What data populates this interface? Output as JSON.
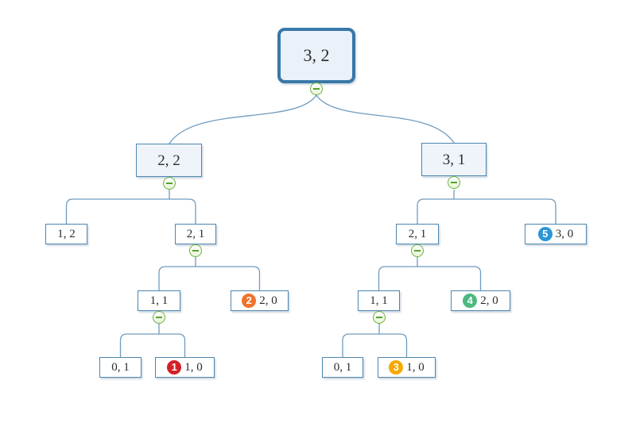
{
  "diagram": {
    "type": "tree",
    "description_colors": {
      "background": "#ffffff",
      "connector": "#6f9cc0",
      "node_border": "#4e86b0",
      "root_border": "#3978a8",
      "root_fill": "#ebf1f8",
      "level2_fill": "#eff4fa",
      "collapse_green": "#6cb33f"
    },
    "collapse_icon_symbol": "−",
    "nodes": [
      {
        "id": "root",
        "label": "3, 2"
      },
      {
        "id": "n2-2",
        "label": "2, 2"
      },
      {
        "id": "n3-1",
        "label": "3, 1"
      },
      {
        "id": "n1-2",
        "label": "1, 2"
      },
      {
        "id": "n2-1-left",
        "label": "2, 1"
      },
      {
        "id": "n2-1-right",
        "label": "2, 1"
      },
      {
        "id": "n3-0",
        "label": "3, 0",
        "badge": "5",
        "badge_color": "#2b96d8"
      },
      {
        "id": "n1-1-left",
        "label": "1, 1"
      },
      {
        "id": "n2-0-left",
        "label": "2, 0",
        "badge": "2",
        "badge_color": "#f0722b"
      },
      {
        "id": "n1-1-right",
        "label": "1, 1"
      },
      {
        "id": "n2-0-right",
        "label": "2, 0",
        "badge": "4",
        "badge_color": "#4cb97e"
      },
      {
        "id": "n0-1-left",
        "label": "0, 1"
      },
      {
        "id": "n1-0-left",
        "label": "1, 0",
        "badge": "1",
        "badge_color": "#d42027"
      },
      {
        "id": "n0-1-right",
        "label": "0, 1"
      },
      {
        "id": "n1-0-right",
        "label": "1, 0",
        "badge": "3",
        "badge_color": "#f5a800"
      }
    ],
    "edges": [
      [
        "3, 2",
        "2, 2"
      ],
      [
        "3, 2",
        "3, 1"
      ],
      [
        "2, 2",
        "1, 2"
      ],
      [
        "2, 2",
        "2, 1"
      ],
      [
        "2, 1(left)",
        "1, 1"
      ],
      [
        "2, 1(left)",
        "2, 0"
      ],
      [
        "1, 1(left)",
        "0, 1"
      ],
      [
        "1, 1(left)",
        "1, 0"
      ],
      [
        "3, 1",
        "2, 1"
      ],
      [
        "3, 1",
        "3, 0"
      ],
      [
        "2, 1(right)",
        "1, 1"
      ],
      [
        "2, 1(right)",
        "2, 0"
      ],
      [
        "1, 1(right)",
        "0, 1"
      ],
      [
        "1, 1(right)",
        "1, 0"
      ]
    ]
  }
}
